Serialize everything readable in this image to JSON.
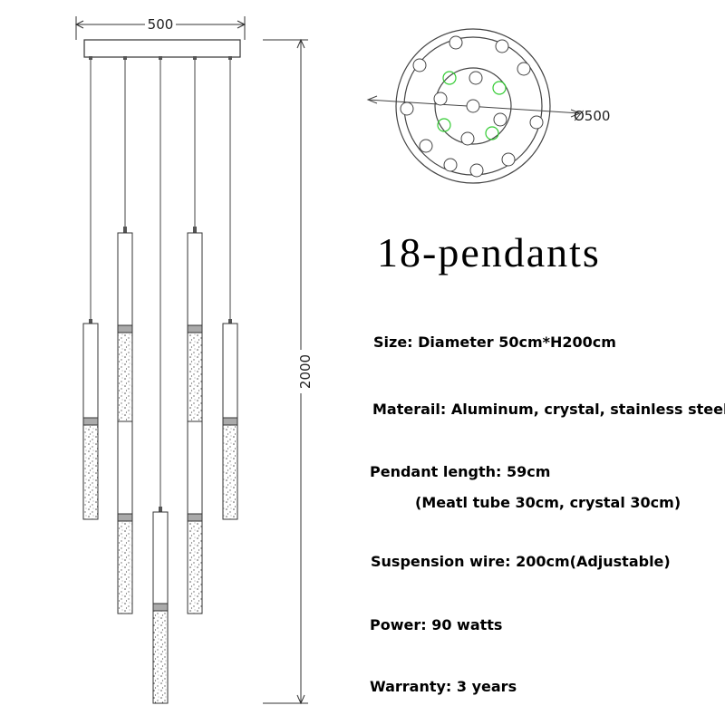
{
  "dimensions": {
    "top_width": "500",
    "height": "2000",
    "diameter": "Ø500"
  },
  "title": "18-pendants",
  "specs": {
    "size": "Size: Diameter 50cm*H200cm",
    "material": "Materail: Aluminum, crystal, stainless steel",
    "pendant_length": "Pendant length: 59cm",
    "pendant_detail": "(Meatl tube 30cm, crystal 30cm)",
    "suspension": "Suspension wire: 200cm(Adjustable)",
    "power": "Power: 90 watts",
    "warranty": "Warranty: 3 years"
  },
  "colors": {
    "line": "#333333",
    "highlight": "#33cc33"
  }
}
